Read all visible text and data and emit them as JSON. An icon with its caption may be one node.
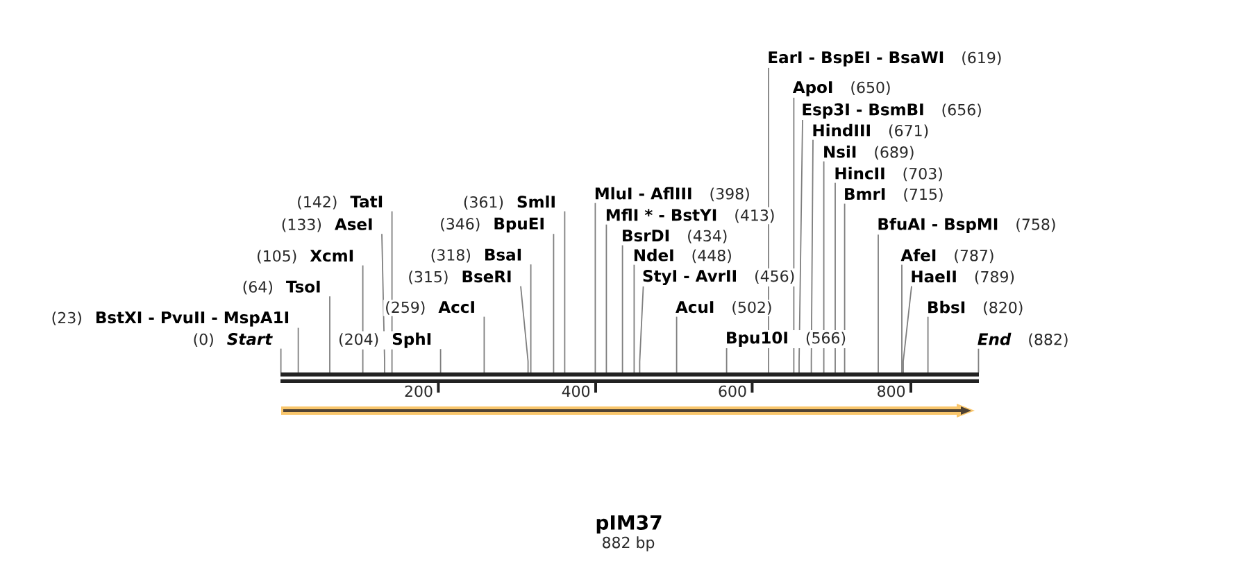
{
  "diagram": {
    "title": "pIM37",
    "caption": "882 bp",
    "nodes": [
      {
        "text": [
          "(0)",
          "Start"
        ]
      },
      {
        "text": [
          "(23)",
          "BstXI - PvuII - MspA1I"
        ]
      },
      {
        "text": [
          "(64)",
          "TsoI"
        ]
      },
      {
        "text": [
          "(105)",
          "XcmI"
        ]
      },
      {
        "text": [
          "(133)",
          "AseI"
        ]
      },
      {
        "text": [
          "(142)",
          "TatI"
        ]
      },
      {
        "text": [
          "(204)",
          "SphI"
        ]
      },
      {
        "text": [
          "(259)",
          "AccI"
        ]
      },
      {
        "text": [
          "(315)",
          "BseRI"
        ]
      },
      {
        "text": [
          "(318)",
          "BsaI"
        ]
      },
      {
        "text": [
          "(346)",
          "BpuEI"
        ]
      },
      {
        "text": [
          "(361)",
          "SmlI"
        ]
      },
      {
        "text": [
          "MluI - AflIII",
          "(398)"
        ]
      },
      {
        "text": [
          "MflI * - BstYI",
          "(413)"
        ]
      },
      {
        "text": [
          "BsrDI",
          "(434)"
        ]
      },
      {
        "text": [
          "NdeI",
          "(448)"
        ]
      },
      {
        "text": [
          "StyI - AvrII",
          "(456)"
        ]
      },
      {
        "text": [
          "AcuI",
          "(502)"
        ]
      },
      {
        "text": [
          "Bpu10I",
          "(566)"
        ]
      },
      {
        "text": [
          "EarI - BspEI - BsaWI",
          "(619)"
        ]
      },
      {
        "text": [
          "ApoI",
          "(650)"
        ]
      },
      {
        "text": [
          "Esp3I - BsmBI",
          "(656)"
        ]
      },
      {
        "text": [
          "HindIII",
          "(671)"
        ]
      },
      {
        "text": [
          "NsiI",
          "(689)"
        ]
      },
      {
        "text": [
          "HincII",
          "(703)"
        ]
      },
      {
        "text": [
          "BmrI",
          "(715)"
        ]
      },
      {
        "text": [
          "BfuAI - BspMI",
          "(758)"
        ]
      },
      {
        "text": [
          "AfeI",
          "(787)"
        ]
      },
      {
        "text": [
          "HaeII",
          "(789)"
        ]
      },
      {
        "text": [
          "BbsI",
          "(820)"
        ]
      },
      {
        "text": [
          "End",
          "(882)"
        ]
      },
      {
        "text": [],
        "shape": "bar"
      }
    ],
    "edges": [
      {
        "from": 0,
        "to": 31,
        "arrow": "none"
      },
      {
        "from": 1,
        "to": 31,
        "arrow": "none"
      },
      {
        "from": 2,
        "to": 31,
        "arrow": "none"
      },
      {
        "from": 3,
        "to": 31,
        "arrow": "none"
      },
      {
        "from": 4,
        "to": 31,
        "arrow": "none"
      },
      {
        "from": 5,
        "to": 31,
        "arrow": "none"
      },
      {
        "from": 6,
        "to": 31,
        "arrow": "none"
      },
      {
        "from": 7,
        "to": 31,
        "arrow": "none"
      },
      {
        "from": 8,
        "to": 31,
        "arrow": "none"
      },
      {
        "from": 9,
        "to": 31,
        "arrow": "none"
      },
      {
        "from": 10,
        "to": 31,
        "arrow": "none"
      },
      {
        "from": 11,
        "to": 31,
        "arrow": "none"
      },
      {
        "from": 12,
        "to": 31,
        "arrow": "none"
      },
      {
        "from": 13,
        "to": 31,
        "arrow": "none"
      },
      {
        "from": 14,
        "to": 31,
        "arrow": "none"
      },
      {
        "from": 15,
        "to": 31,
        "arrow": "none"
      },
      {
        "from": 16,
        "to": 31,
        "arrow": "none"
      },
      {
        "from": 17,
        "to": 31,
        "arrow": "none"
      },
      {
        "from": 18,
        "to": 31,
        "arrow": "none"
      },
      {
        "from": 19,
        "to": 31,
        "arrow": "none"
      },
      {
        "from": 20,
        "to": 31,
        "arrow": "none"
      },
      {
        "from": 21,
        "to": 31,
        "arrow": "none"
      },
      {
        "from": 22,
        "to": 31,
        "arrow": "none"
      },
      {
        "from": 23,
        "to": 31,
        "arrow": "none"
      },
      {
        "from": 24,
        "to": 31,
        "arrow": "none"
      },
      {
        "from": 25,
        "to": 31,
        "arrow": "none"
      },
      {
        "from": 26,
        "to": 31,
        "arrow": "none"
      },
      {
        "from": 27,
        "to": 31,
        "arrow": "none"
      },
      {
        "from": 28,
        "to": 31,
        "arrow": "none"
      },
      {
        "from": 29,
        "to": 31,
        "arrow": "none"
      },
      {
        "from": 30,
        "to": 31,
        "arrow": "none"
      }
    ],
    "labels": [
      "200",
      "400",
      "600",
      "800"
    ]
  }
}
